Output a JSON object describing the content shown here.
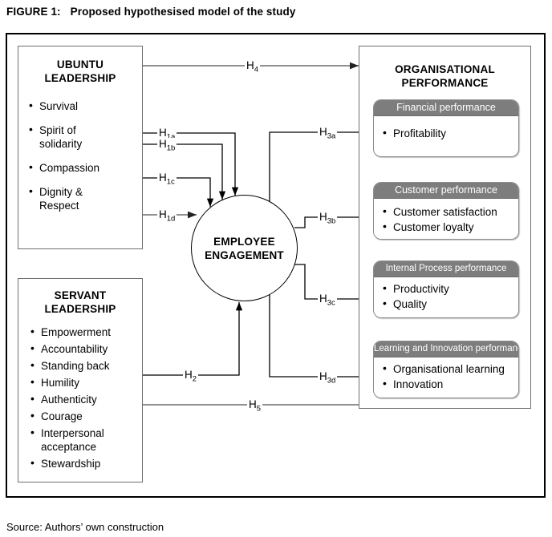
{
  "figure": {
    "label": "FIGURE 1:",
    "title": "Proposed hypothesised model of the study"
  },
  "source_note": "Source: Authors’ own construction",
  "ubuntu": {
    "title_line1": "UBUNTU",
    "title_line2": "LEADERSHIP",
    "items": [
      "Survival",
      "Spirit of",
      "solidarity",
      "Compassion",
      "Dignity &",
      "Respect"
    ]
  },
  "servant": {
    "title_line1": "SERVANT",
    "title_line2": "LEADERSHIP",
    "items": [
      "Empowerment",
      "Accountability",
      "Standing back",
      "Humility",
      "Authenticity",
      "Courage",
      "Interpersonal",
      "acceptance",
      "Stewardship"
    ]
  },
  "employee": {
    "line1": "EMPLOYEE",
    "line2": "ENGAGEMENT"
  },
  "organisational": {
    "title_line1": "ORGANISATIONAL",
    "title_line2": "PERFORMANCE",
    "sub_boxes": [
      {
        "header": "Financial performance",
        "items": [
          "Profitability"
        ]
      },
      {
        "header": "Customer performance",
        "items": [
          "Customer satisfaction",
          "Customer loyalty"
        ]
      },
      {
        "header": "Internal Process performance",
        "items": [
          "Productivity",
          "Quality"
        ]
      },
      {
        "header": "Learning and Innovation performance",
        "items": [
          "Organisational learning",
          "Innovation"
        ]
      }
    ]
  },
  "hypotheses": {
    "h4": {
      "base": "H",
      "sub": "4"
    },
    "h1a": {
      "base": "H",
      "sub": "1a"
    },
    "h1b": {
      "base": "H",
      "sub": "1b"
    },
    "h1c": {
      "base": "H",
      "sub": "1c"
    },
    "h1d": {
      "base": "H",
      "sub": "1d"
    },
    "h2": {
      "base": "H",
      "sub": "2"
    },
    "h3a": {
      "base": "H",
      "sub": "3a"
    },
    "h3b": {
      "base": "H",
      "sub": "3b"
    },
    "h3c": {
      "base": "H",
      "sub": "3c"
    },
    "h3d": {
      "base": "H",
      "sub": "3d"
    },
    "h5": {
      "base": "H",
      "sub": "5"
    }
  },
  "colors": {
    "header_gray": "#7d7d7d",
    "frame_black": "#000000",
    "box_border": "#6e6e6e",
    "connector_gray": "#6b6b6b"
  }
}
